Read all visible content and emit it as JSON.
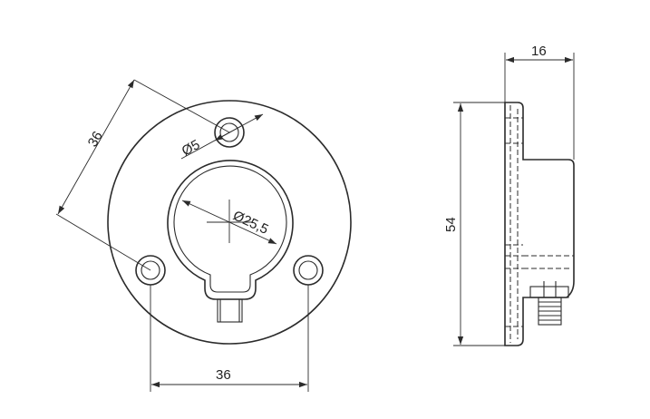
{
  "drawing": {
    "front_view": {
      "bolt_circle_dim_diag": "36",
      "hole_dia": "Ø5",
      "bore_dia": "Ø25,5",
      "bolt_spacing_horizontal": "36"
    },
    "side_view": {
      "width": "16",
      "height": "54"
    },
    "colors": {
      "line": "#2b2b2b",
      "background": "#ffffff"
    }
  }
}
